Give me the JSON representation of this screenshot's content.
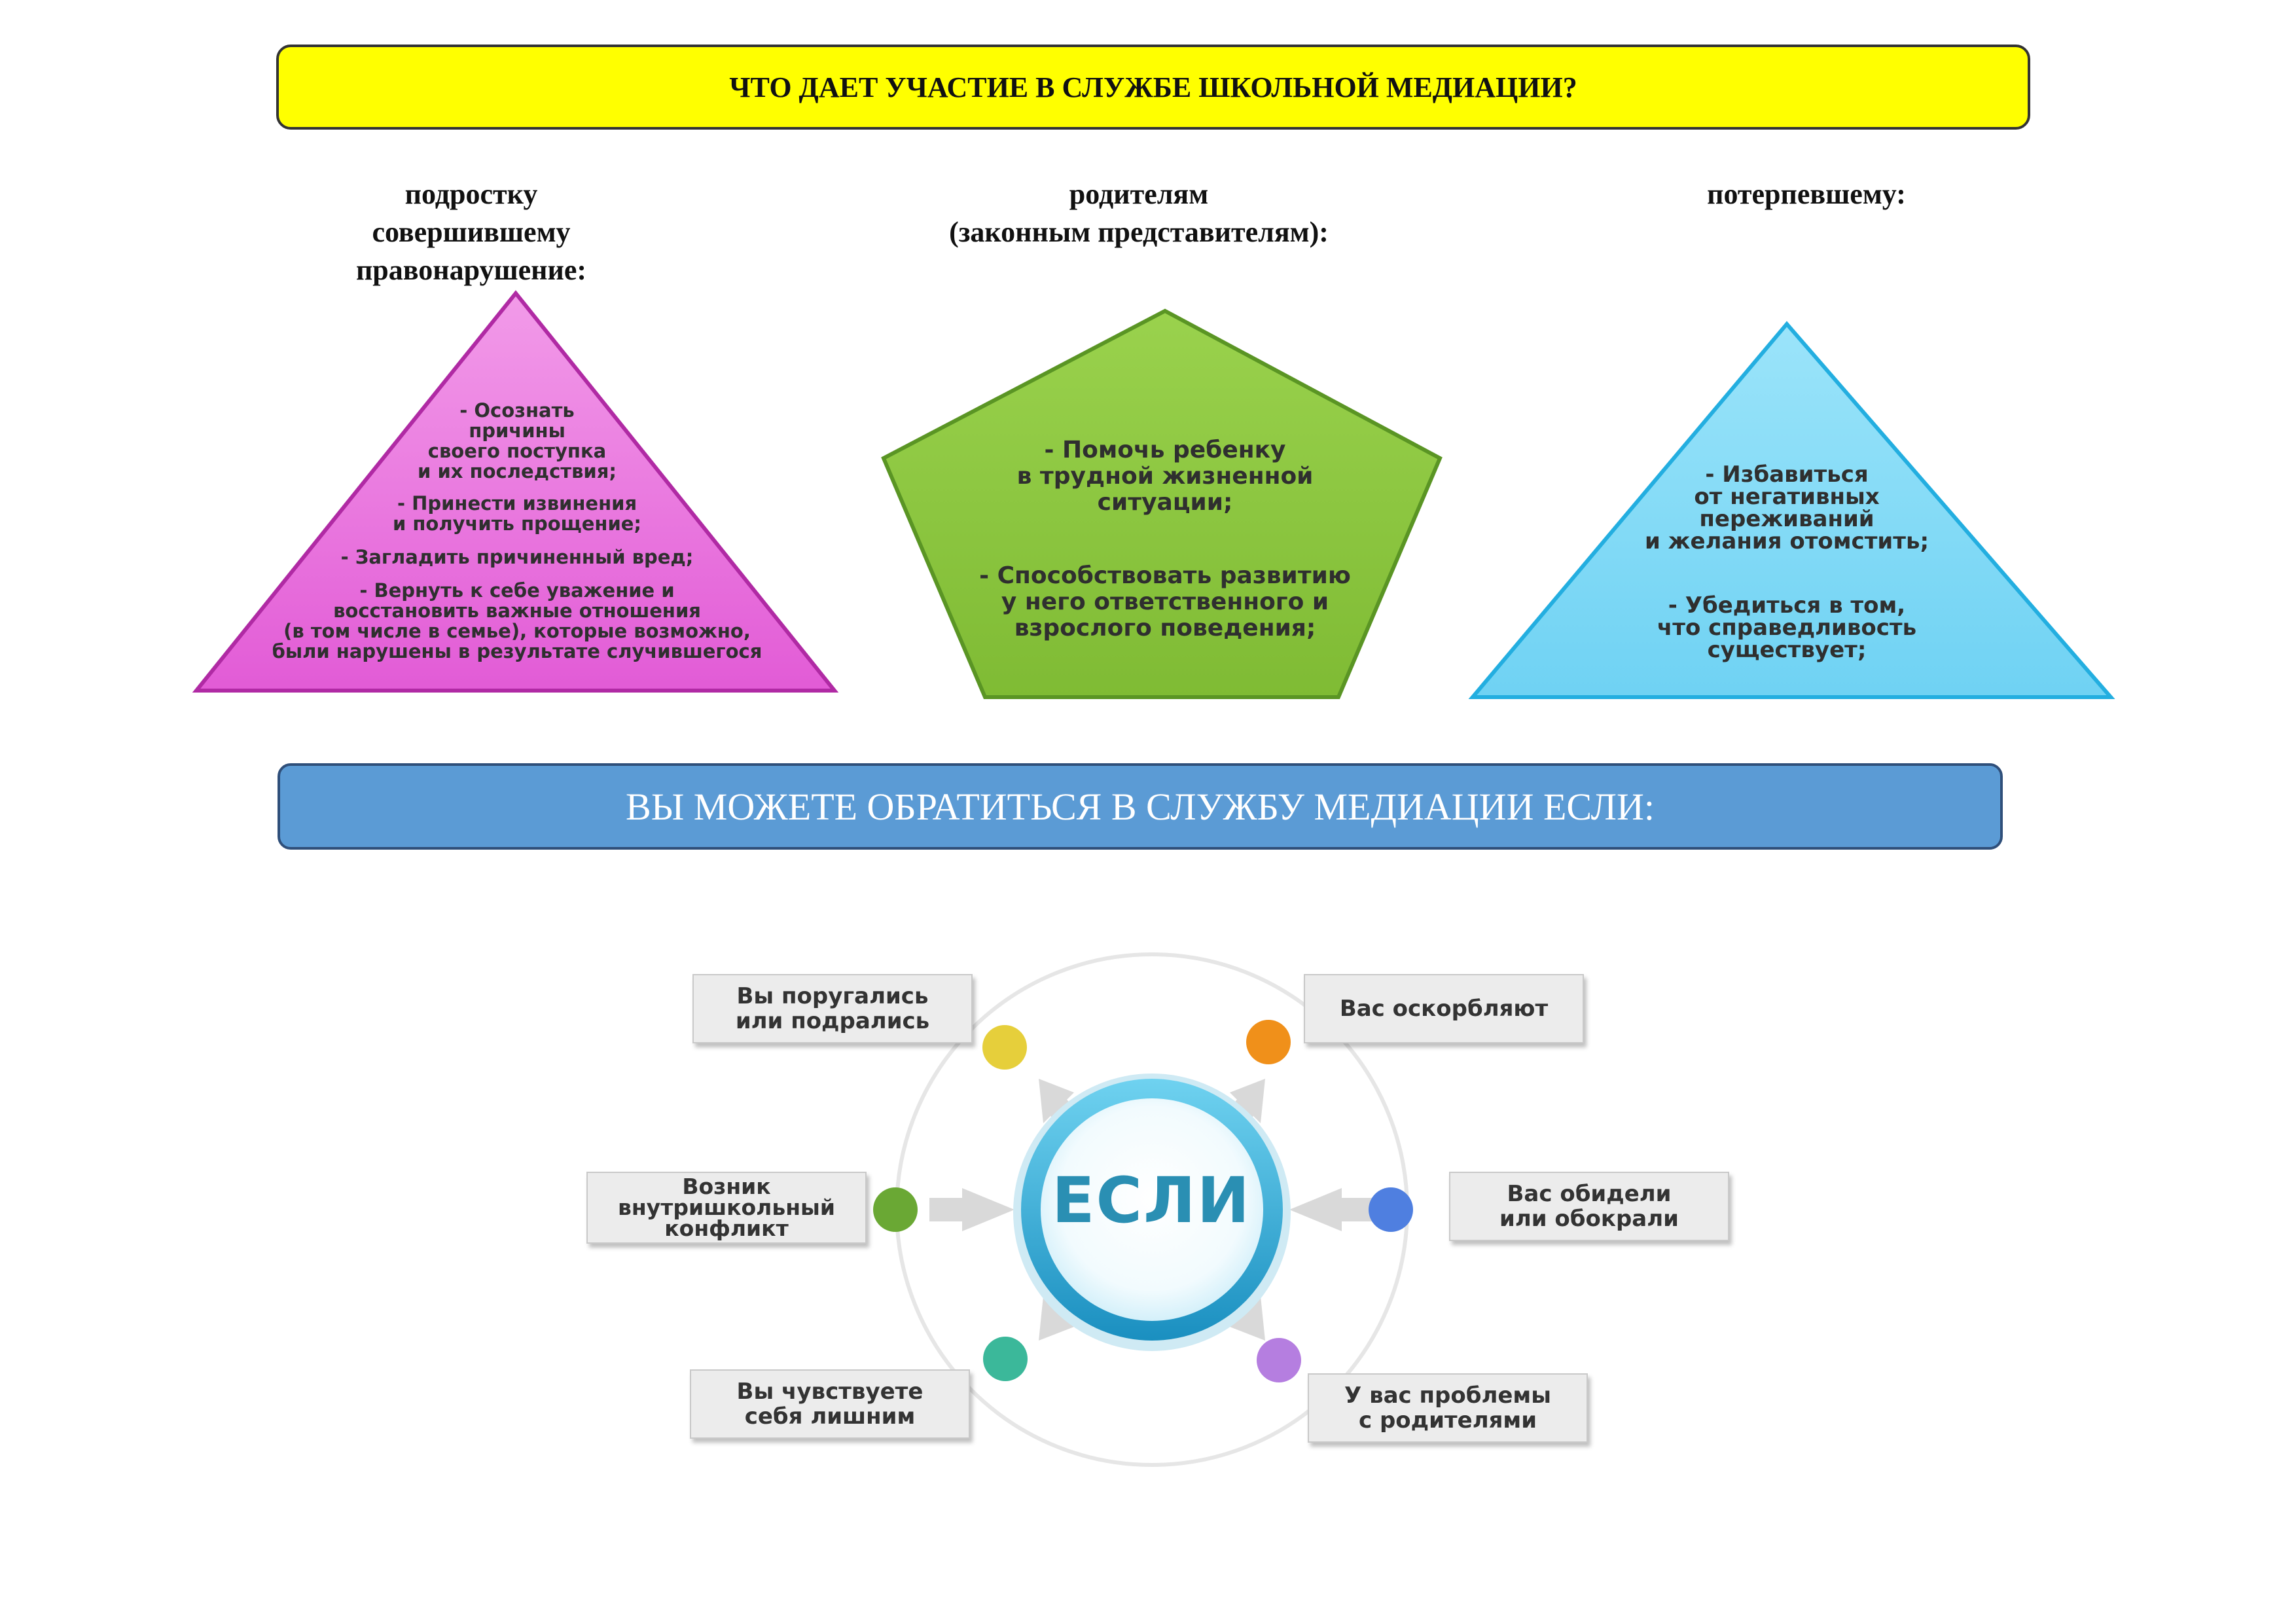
{
  "header": {
    "title": "ЧТО ДАЕТ УЧАСТИЕ В СЛУЖБЕ ШКОЛЬНОЙ МЕДИАЦИИ?"
  },
  "columns": [
    {
      "title_lines": [
        "подростку",
        "совершившему",
        "правонарушение:"
      ],
      "shape": "triangle",
      "color": "#e879e0",
      "items": [
        [
          "- Осознать",
          "причины",
          "своего поступка",
          "и их последствия;"
        ],
        [
          "- Принести извинения",
          "и получить прощение;"
        ],
        [
          "- Загладить причиненный вред;"
        ],
        [
          "- Вернуть  к себе уважение и",
          "восстановить важные отношения",
          "(в том числе в семье),  которые возможно,",
          "были нарушены в результате случившегося"
        ]
      ]
    },
    {
      "title_lines": [
        "родителям",
        "(законным представителям):"
      ],
      "shape": "pentagon",
      "color": "#8dc63f",
      "items": [
        [
          "- Помочь ребенку",
          "в трудной жизненной",
          "ситуации;"
        ],
        [
          "- Способствовать развитию",
          "у него ответственного и",
          "взрослого поведения;"
        ]
      ]
    },
    {
      "title_lines": [
        "потерпевшему:"
      ],
      "shape": "triangle",
      "color": "#7fd8f5",
      "items": [
        [
          "- Избавиться",
          "от негативных",
          "переживаний",
          "и желания отомстить;"
        ],
        [
          "- Убедиться в том,",
          "что справедливость",
          "существует;"
        ]
      ]
    }
  ],
  "contact_banner": {
    "text": "ВЫ МОЖЕТЕ ОБРАТИТЬСЯ В СЛУЖБУ МЕДИАЦИИ ЕСЛИ:"
  },
  "diagram": {
    "center": "ЕСЛИ",
    "nodes": [
      {
        "lines": [
          "Вы поругались",
          "или подрались"
        ],
        "dot_color": "#e6cf3b"
      },
      {
        "lines": [
          "Вас оскорбляют"
        ],
        "dot_color": "#f0901a"
      },
      {
        "lines": [
          "Вас обидели",
          "или обокрали"
        ],
        "dot_color": "#4f7fe0"
      },
      {
        "lines": [
          "У вас проблемы",
          "с родителями"
        ],
        "dot_color": "#b57ee0"
      },
      {
        "lines": [
          "Вы чувствуете",
          "себя лишним"
        ],
        "dot_color": "#3bb89a"
      },
      {
        "lines": [
          "Возник",
          "внутришкольный",
          "конфликт"
        ],
        "dot_color": "#6aa834"
      }
    ]
  }
}
